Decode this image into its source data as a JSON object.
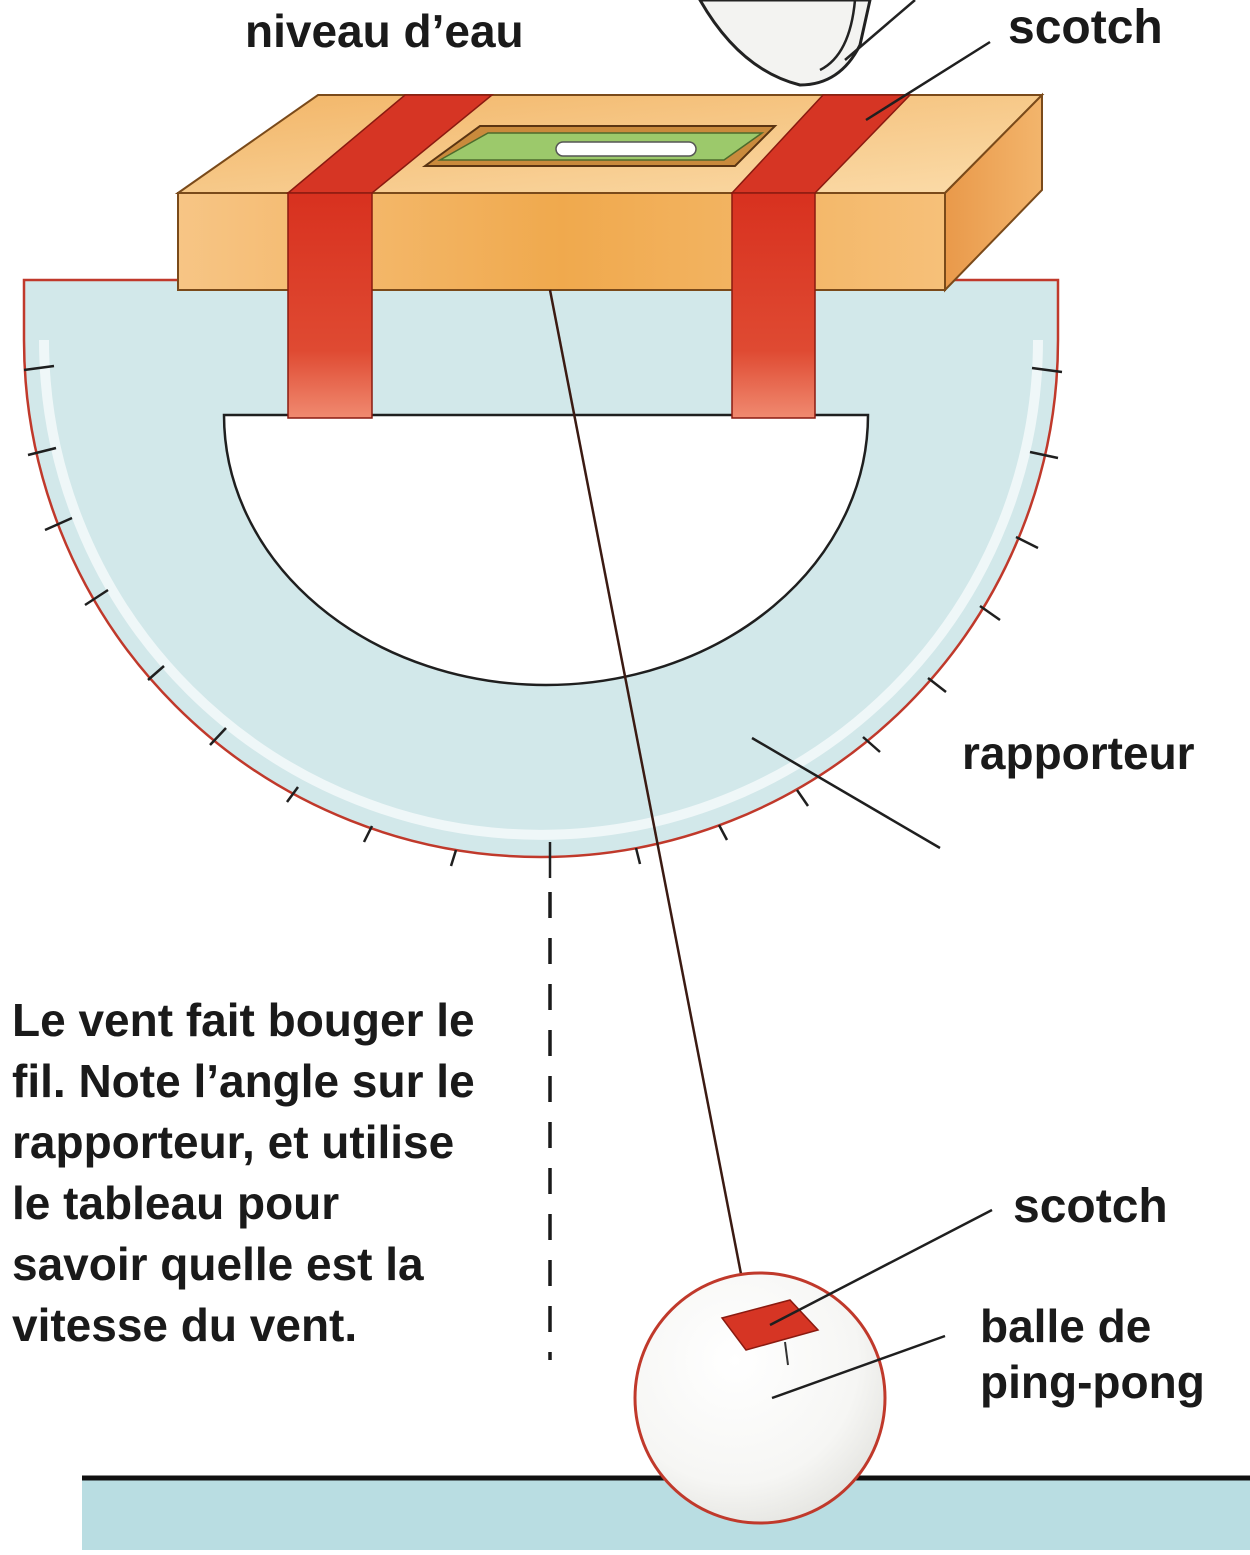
{
  "labels": {
    "water_level": "niveau d’eau",
    "tape_top": "scotch",
    "protractor": "rapporteur",
    "tape_bottom": "scotch",
    "ball_line1": "balle de",
    "ball_line2": "ping-pong"
  },
  "caption": "Le vent fait bouger le fil. Note l’angle sur le rapporteur, et utilise le tableau pour savoir quelle est la vitesse du vent.",
  "colors": {
    "protractor_fill": "#d2e8ea",
    "block_front": "#f2b24a",
    "block_top": "#f8cf8a",
    "tape_red": "#d63524",
    "bubble_green": "#9cc96b",
    "table_blue": "#b9dde2",
    "outline": "#c0392b"
  }
}
